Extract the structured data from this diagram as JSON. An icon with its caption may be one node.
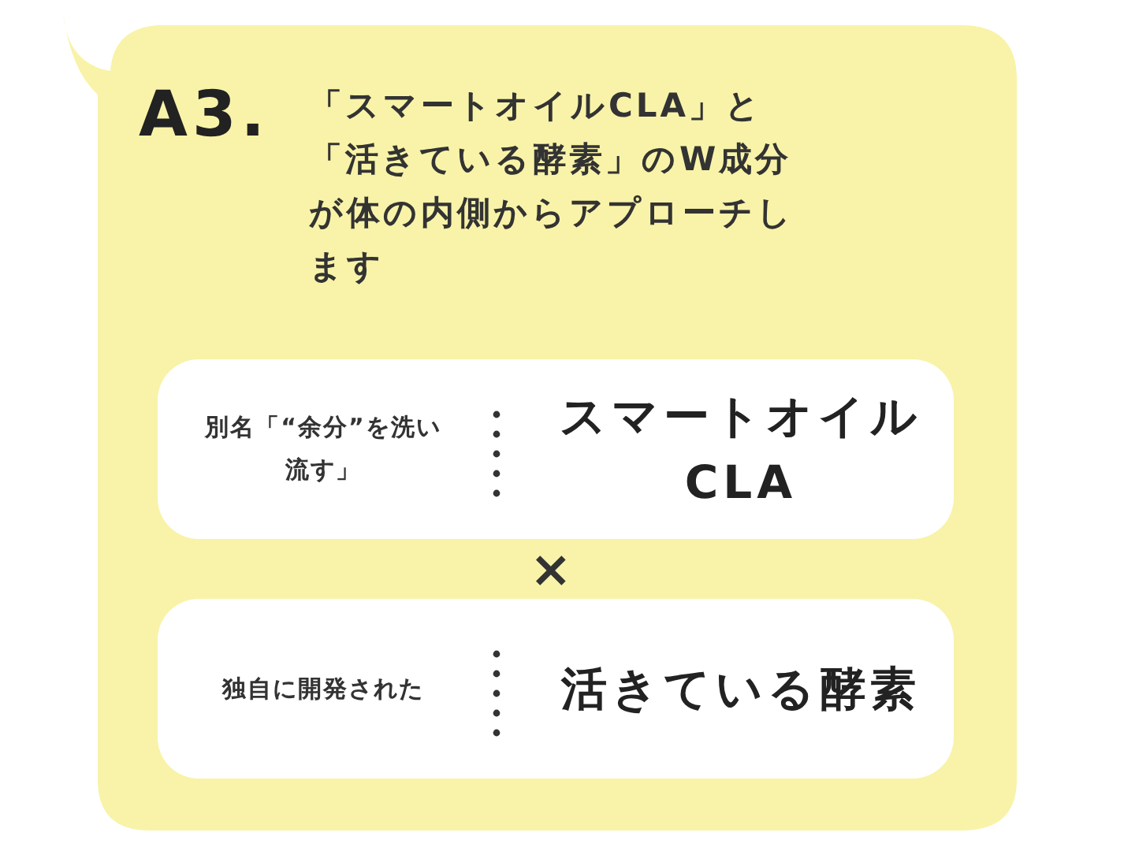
{
  "diagram": {
    "nodes": [
      {
        "text": [
          "別名「“余分”を洗い流す」",
          "スマートオイルCLA"
        ]
      },
      {
        "text": [
          "独自に開発された",
          "活きている酵素"
        ]
      }
    ],
    "labels": [
      "A3.",
      "「スマートオイルCLA」と「活きている酵素」のW成分が体の内側からアプローチします",
      "×"
    ]
  }
}
